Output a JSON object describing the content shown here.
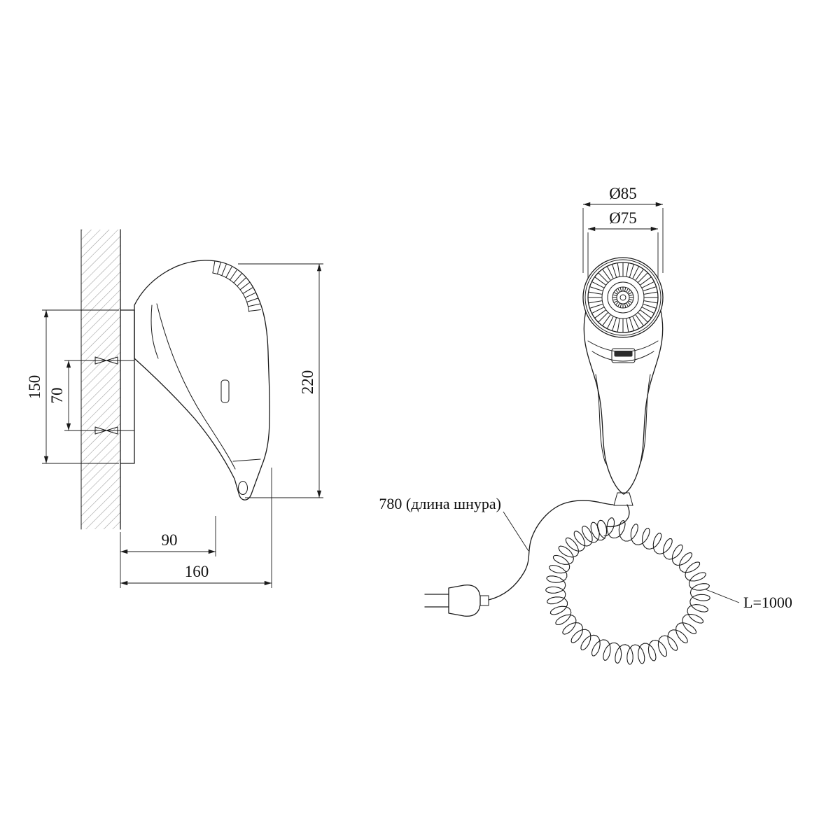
{
  "side_view": {
    "dim_plate_height": "150",
    "dim_screw_spacing": "70",
    "dim_overall_height": "220",
    "dim_depth_to_holder": "90",
    "dim_overall_depth": "160"
  },
  "front_view": {
    "dim_outer_diameter": "Ø85",
    "dim_grille_diameter": "Ø75",
    "label_cord": "780 (длина шнура)",
    "label_coil": "L=1000"
  },
  "colors": {
    "line": "#1a1a1a",
    "hatch": "#9a9a9a",
    "background": "#ffffff"
  }
}
